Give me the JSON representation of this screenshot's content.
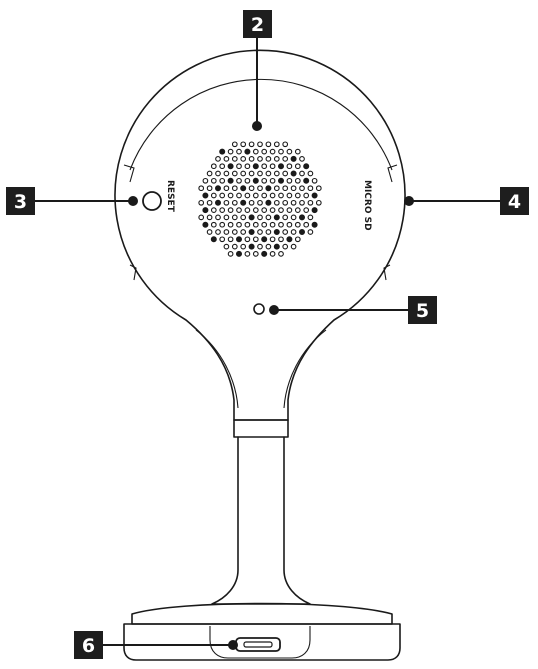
{
  "callouts": [
    {
      "id": "2",
      "label": "2"
    },
    {
      "id": "3",
      "label": "3"
    },
    {
      "id": "4",
      "label": "4"
    },
    {
      "id": "5",
      "label": "5"
    },
    {
      "id": "6",
      "label": "6"
    }
  ],
  "labels": {
    "reset": "RESET",
    "micro_sd": "MICRO SD"
  }
}
